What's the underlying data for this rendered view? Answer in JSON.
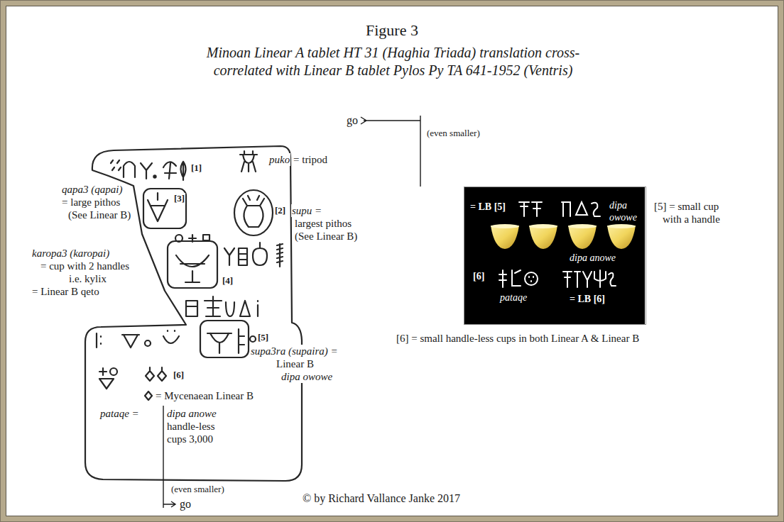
{
  "diagram": {
    "title": "Figure 3",
    "nodes": [
      {
        "text": [
          "= LB [5]",
          "dipa owowe",
          "dipa anowe",
          "[6]",
          "pataqe",
          "= LB [6]"
        ]
      }
    ],
    "labels": [
      "Minoan Linear A tablet HT 31 (Haghia Triada) translation cross-correlated with Linear B tablet Pylos Py TA 641-1952 (Ventris)",
      "puko",
      "= tripod",
      "[1]",
      "qapa3 (qapai)",
      "= large pithos",
      "(See Linear B)",
      "[3]",
      "[2]",
      "supu =",
      "largest pithos",
      "(See Linear B)",
      "karopa3 (karopai)",
      "= cup with 2 handles",
      "i.e. kylix",
      "= Linear B qeto",
      "[4]",
      "[5]",
      "supa3ra (supaira) =",
      "Linear B",
      "dipa owowe",
      "[6]",
      "= Mycenaean Linear B",
      "pataqe =",
      "dipa anowe",
      "handle-less",
      "cups 3,000",
      "(even smaller)",
      "go",
      "go",
      "(even smaller)",
      "[5] = small cup",
      "with a handle",
      "[6] = small handle-less cups in both Linear A & Linear B",
      "© by Richard Vallance Janke 2017"
    ]
  }
}
